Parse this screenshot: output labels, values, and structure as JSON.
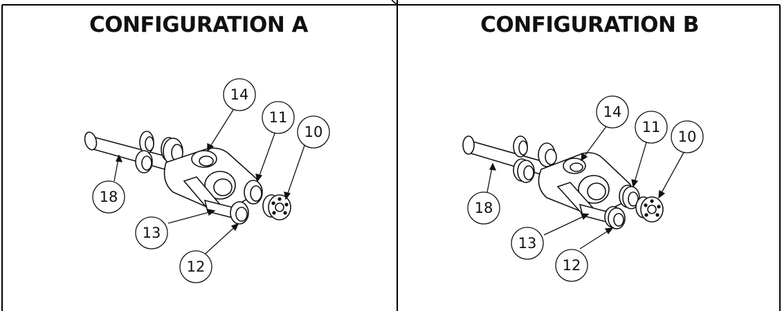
{
  "configuration_a": {
    "title": "CONFIGURATION A",
    "callouts": {
      "c14": "14",
      "c11": "11",
      "c10": "10",
      "c18": "18",
      "c13": "13",
      "c12": "12"
    }
  },
  "configuration_b": {
    "title": "CONFIGURATION B",
    "callouts": {
      "c14": "14",
      "c11": "11",
      "c10": "10",
      "c18": "18",
      "c13": "13",
      "c12": "12"
    }
  }
}
